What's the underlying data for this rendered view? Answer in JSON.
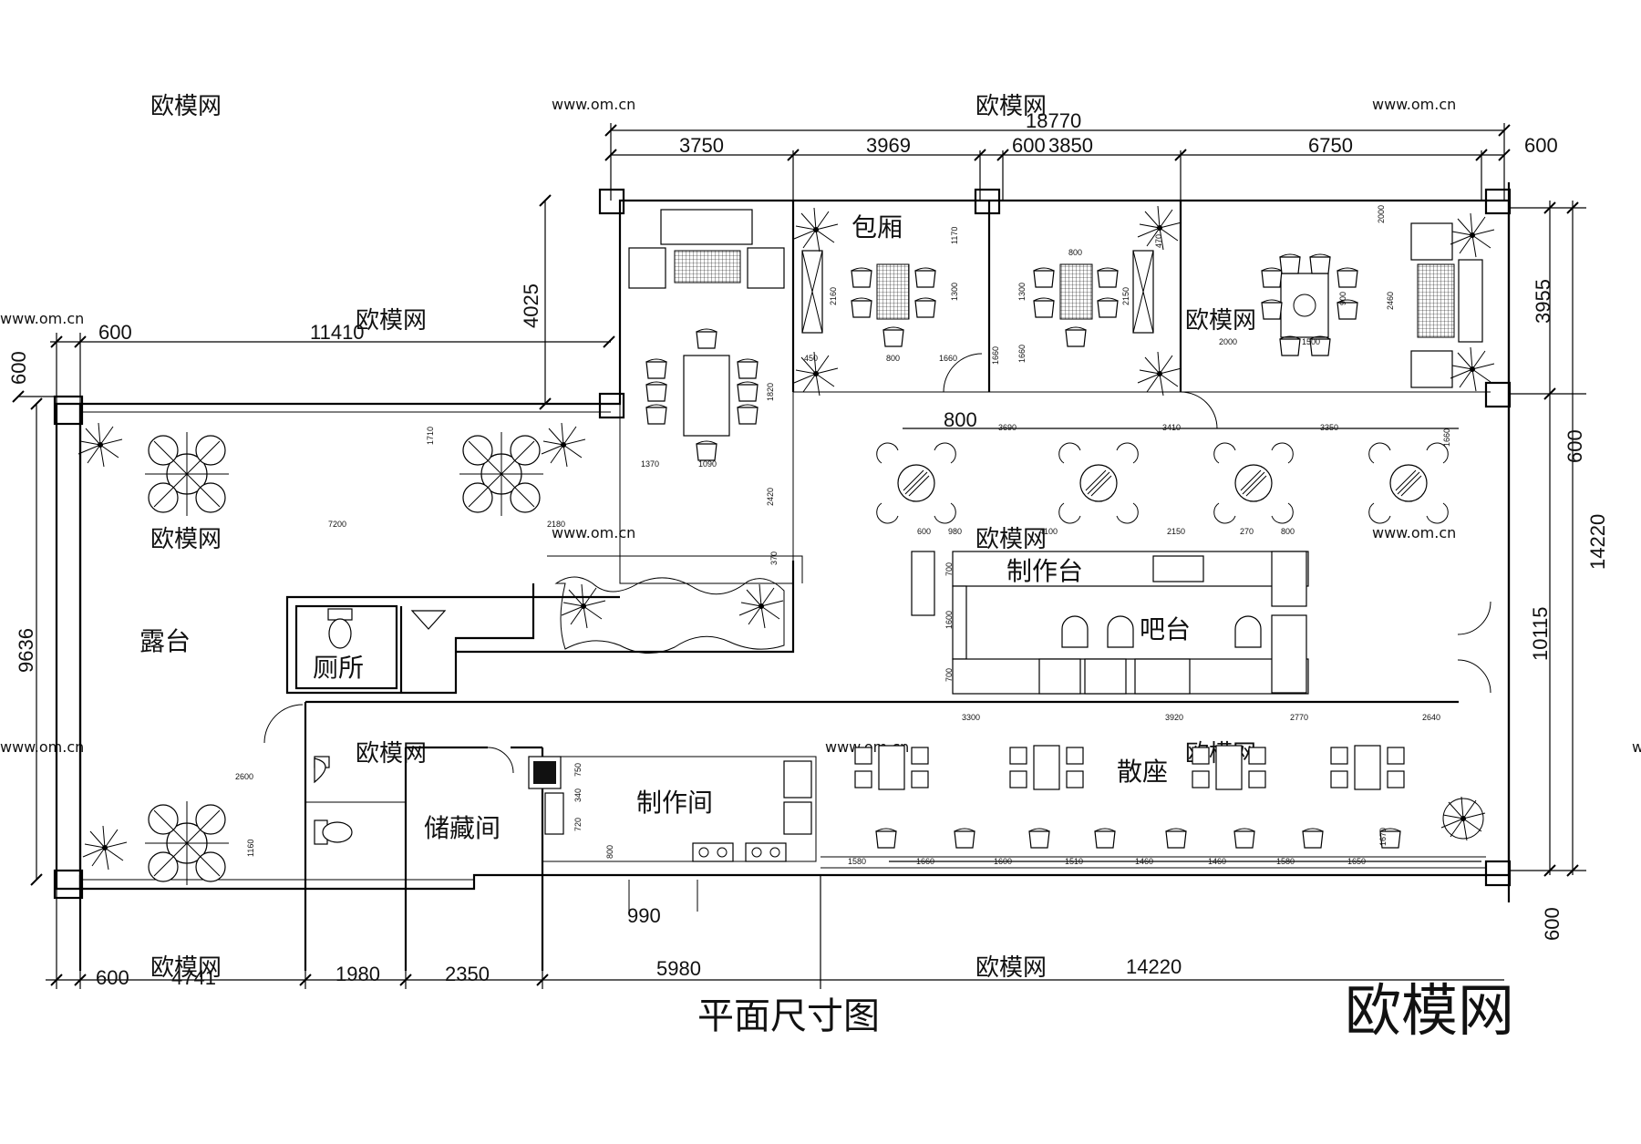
{
  "title": "平面尺寸图",
  "brand": "欧模网",
  "watermark": {
    "text": "欧模网",
    "url": "www.om.cn"
  },
  "rooms": {
    "terrace": "露台",
    "toilet": "厕所",
    "storage": "储藏间",
    "kitchen": "制作间",
    "private_room": "包厢",
    "counter": "制作台",
    "bar": "吧台",
    "seating": "散座"
  },
  "dimensions": {
    "top_total": "18770",
    "top_segments": [
      "3750",
      "3969",
      "600",
      "3850",
      "6750",
      "600"
    ],
    "terrace_width": "11410",
    "terrace_wall": "600",
    "left_wall": "600",
    "left_height": "9636",
    "step_height": "4025",
    "door_800": "800",
    "door_990": "990",
    "bottom_segments": [
      "600",
      "4741",
      "1980",
      "2350",
      "5980",
      "14220"
    ],
    "right_upper": "3955",
    "right_wall_upper": "600",
    "right_total": "14220",
    "right_mid": "10115",
    "right_wall_lower": "600"
  },
  "small_dims": {
    "terrace_spacing": [
      "1710",
      "7200",
      "2180",
      "2600",
      "1160"
    ],
    "private_room": [
      "1370",
      "1090",
      "1820",
      "2420",
      "370"
    ],
    "booth_a": [
      "1170",
      "2160",
      "1300",
      "800",
      "1660",
      "450",
      "1660"
    ],
    "booth_b": [
      "800",
      "470",
      "1300",
      "2150",
      "1660"
    ],
    "booth_c": [
      "2000",
      "1500",
      "900",
      "2460",
      "2000"
    ],
    "round_tables": [
      "3690",
      "3410",
      "3350",
      "1660"
    ],
    "counter": [
      "600",
      "980",
      "4100",
      "2150",
      "270",
      "800",
      "700",
      "1600",
      "700"
    ],
    "seating_row": [
      "3300",
      "3920",
      "2770",
      "2640"
    ],
    "stools": [
      "1580",
      "1660",
      "1600",
      "1510",
      "1460",
      "1460",
      "1580",
      "1650",
      "1670"
    ],
    "kitchen": [
      "750",
      "340",
      "720",
      "800"
    ]
  }
}
